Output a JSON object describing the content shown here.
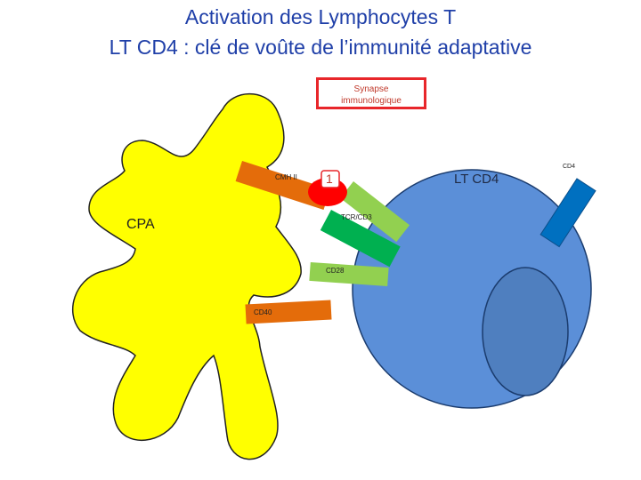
{
  "title": {
    "line1": "Activation des Lymphocytes T",
    "line2": "LT CD4 : clé de voûte de l’immunité adaptative"
  },
  "synapse_box": {
    "line1": "Synapse",
    "line2": "immunologique"
  },
  "labels": {
    "cpa": "CPA",
    "lt_cd4": "LT CD4",
    "cmh_ii": "CMH II",
    "step": "1",
    "tcr_cd3": "TCR/CD3",
    "cd28": "CD28",
    "cd40": "CD40",
    "cd4": "CD4"
  },
  "colors": {
    "title": "#1f3fa8",
    "cpa_fill": "#ffff00",
    "lt_fill": "#5b8fd8",
    "nucleus_fill": "#4f7fbf",
    "cmh_bar": "#e46c0a",
    "antigen": "#ff0000",
    "tcr_light": "#92d050",
    "cd3_dark": "#00b050",
    "cd4_bar": "#0070c0",
    "synapse_border": "#e8262a"
  }
}
